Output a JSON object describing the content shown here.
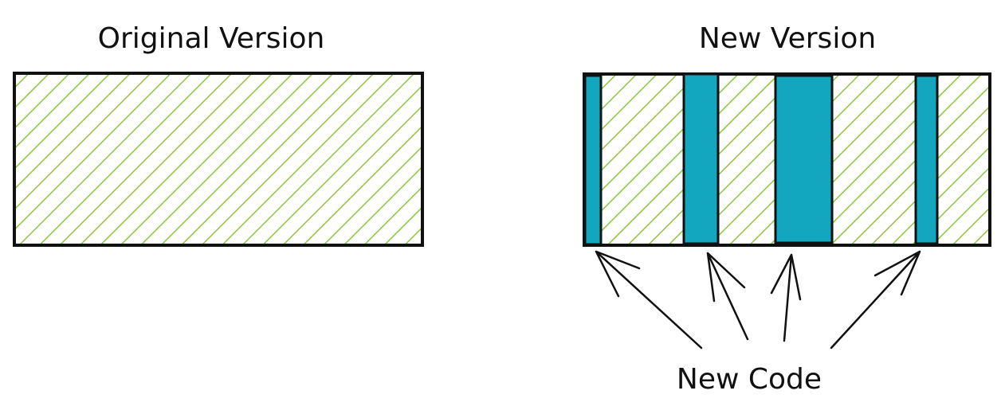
{
  "diagram": {
    "left_title": "Original Version",
    "right_title": "New Version",
    "callout_label": "New Code"
  },
  "colors": {
    "background": "#ffffff",
    "stroke": "#111111",
    "hatch": "#8cc63f",
    "new_code_fill": "#13a7bf"
  }
}
